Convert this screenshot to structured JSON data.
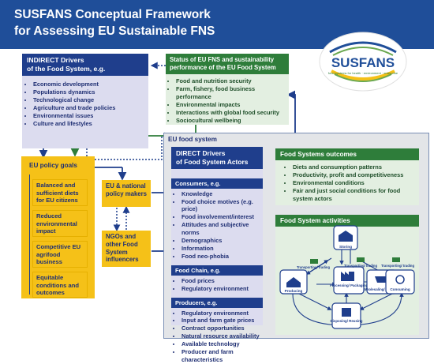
{
  "header": {
    "title_line1": "SUSFANS Conceptual Framework",
    "title_line2": "for Assessing EU Sustainable FNS"
  },
  "logo": {
    "name": "SUSFANS",
    "tagline": "food systems for health · environment · enterprise"
  },
  "indirect": {
    "title_line1": "INDIRECT Drivers",
    "title_line2": "of the Food System, e.g.",
    "items": [
      "Economic development",
      "Populations dynamics",
      "Technological change",
      "Agriculture and trade policies",
      "Environmental issues",
      "Culture and lifestyles"
    ]
  },
  "status": {
    "title_line1": "Status of EU FNS and sustainability",
    "title_line2": "performance of the EU Food System",
    "items": [
      "Food and nutrition security",
      "Farm, fishery, food business performance",
      "Environmental impacts",
      "Interactions with global food security",
      "Sociocultural wellbeing"
    ]
  },
  "eu_food_system": {
    "label": "EU food system"
  },
  "policy_goals": {
    "title": "EU policy goals",
    "items": [
      "Balanced and sufficient diets for EU citizens",
      "Reduced environmental impact",
      "Competitive EU agrifood business",
      "Equitable conditions and outcomes"
    ]
  },
  "policy_makers": {
    "label": "EU & national policy makers"
  },
  "ngos": {
    "label": "NGOs and other Food System influencers"
  },
  "direct": {
    "title_line1": "DIRECT Drivers",
    "title_line2": "of Food System Actors",
    "consumers": {
      "title": "Consumers, e.g.",
      "items": [
        "Knowledge",
        "Food choice motives (e.g. price)",
        "Food involvement/interest",
        "Attitudes and subjective norms",
        "Demographics",
        "Information",
        "Food neo-phobia"
      ]
    },
    "food_chain": {
      "title": "Food Chain, e.g.",
      "items": [
        "Food prices",
        "Regulatory environment"
      ]
    },
    "producers": {
      "title": "Producers, e.g.",
      "items": [
        "Regulatory environment",
        "Input and farm gate prices",
        "Contract opportunities",
        "Natural resource availability",
        "Available technology",
        "Producer and farm characteristics"
      ]
    }
  },
  "outcomes": {
    "title": "Food Systems outcomes",
    "items": [
      "Diets and consumption patterns",
      "Productivity, profit and competitiveness",
      "Environmental conditions",
      "Fair and just social conditions for food system actors"
    ]
  },
  "activities": {
    "title": "Food System activities",
    "nodes": {
      "storing": "Storing",
      "producing": "Producing",
      "processing": "Processing/ Packaging",
      "wholesaling": "Wholesaling/ Retailing",
      "consuming": "Consuming",
      "disposing": "Disposing/ Reusing"
    },
    "transport": [
      "Transporting/ trading",
      "Transporting/ trading",
      "Transporting/ trading"
    ]
  },
  "colors": {
    "header_blue": "#1f4e99",
    "navy": "#1f3e8c",
    "green": "#2e7d3a",
    "yellow": "#f5c118",
    "lavender": "#dcdcef",
    "mint": "#e3efe1",
    "grey_panel": "#e3e5e8"
  }
}
